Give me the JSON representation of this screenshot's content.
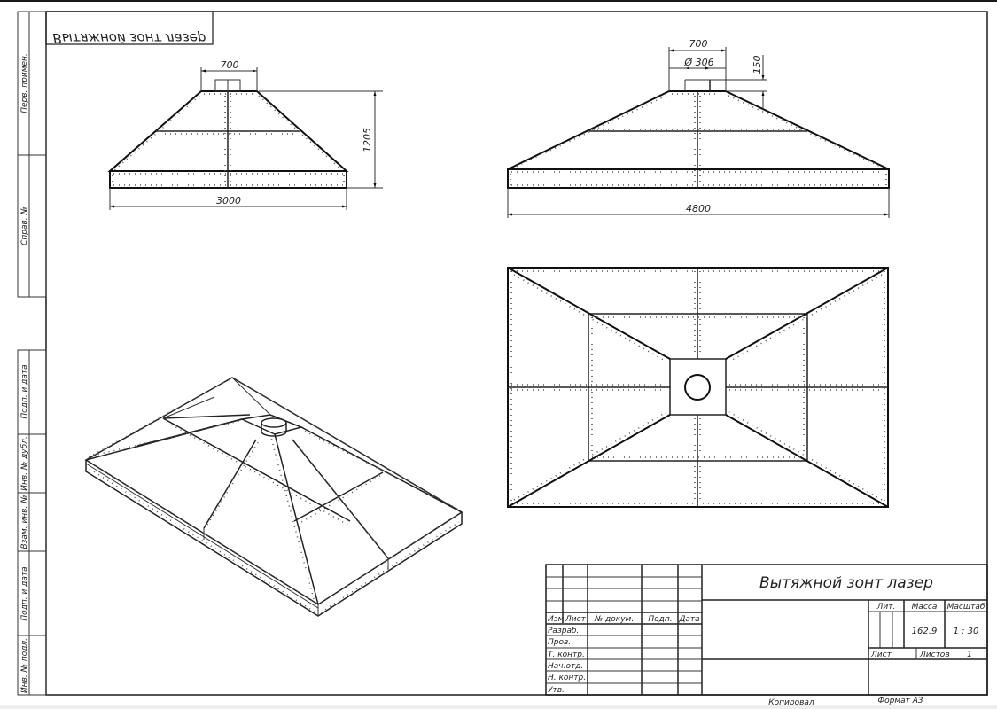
{
  "stamp_mirrored": "Вытяжной зонт лазер",
  "side_strip": {
    "top": [
      "Перв. примен.",
      "Справ. №"
    ],
    "bottom": [
      "Подп. и дата",
      "Инв. № дубл.",
      "Взам. инв. №",
      "Подп. и дата",
      "Инв. № подл."
    ]
  },
  "front_view": {
    "dim_top": "700",
    "dim_height": "1205",
    "dim_width": "3000"
  },
  "side_view": {
    "dim_top": "700",
    "dim_pipe": "Ø 306",
    "dim_pipe_height": "150",
    "dim_width": "4800"
  },
  "title_block": {
    "title": "Вытяжной зонт лазер",
    "headers": {
      "izm": "Изм.",
      "list": "Лист",
      "doc_no": "№ докум.",
      "sign": "Подп.",
      "date": "Дата"
    },
    "roles": [
      "Разраб.",
      "Пров.",
      "Т. контр.",
      "Нач.отд.",
      "Н. контр.",
      "Утв."
    ],
    "lit_label": "Лит.",
    "mass_label": "Масса",
    "scale_label": "Масштаб",
    "mass_value": "162.9",
    "scale_value": "1 : 30",
    "sheet_label": "Лист",
    "sheets_label": "Листов",
    "sheets_value": "1",
    "copied_label": "Копировал",
    "format_label": "Формат A3"
  }
}
